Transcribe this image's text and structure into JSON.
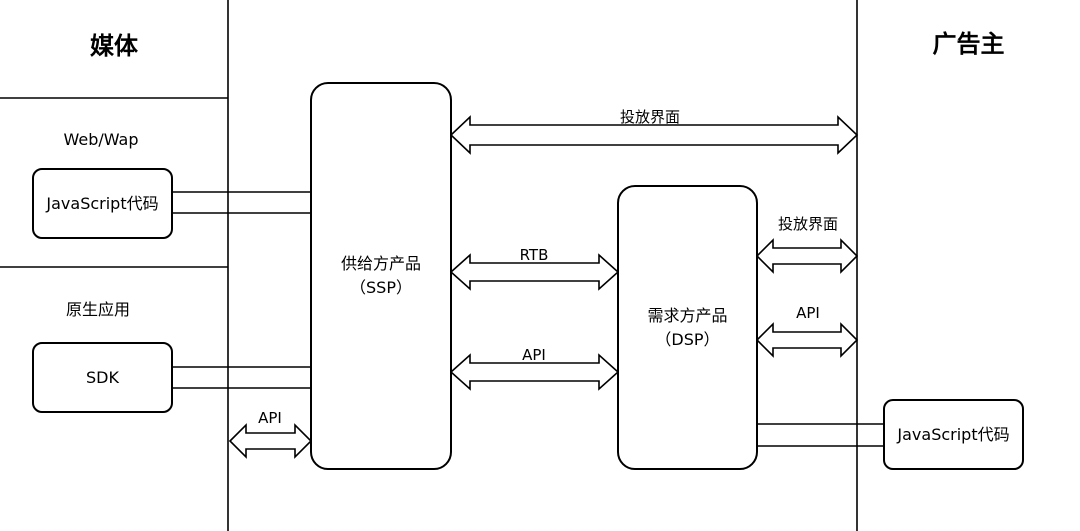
{
  "columns": {
    "media_title": "媒体",
    "advertiser_title": "广告主"
  },
  "media": {
    "web_section_title": "Web/Wap",
    "web_js_box": "JavaScript代码",
    "native_section_title": "原生应用",
    "sdk_box": "SDK",
    "api_label": "API"
  },
  "ssp": {
    "line1": "供给方产品",
    "line2": "（SSP）"
  },
  "dsp": {
    "line1": "需求方产品",
    "line2": "（DSP）"
  },
  "edges": {
    "ssp_adv_ui": "投放界面",
    "ssp_dsp_rtb": "RTB",
    "ssp_dsp_api": "API",
    "dsp_adv_ui": "投放界面",
    "dsp_adv_api": "API"
  },
  "advertiser": {
    "js_box": "JavaScript代码"
  }
}
